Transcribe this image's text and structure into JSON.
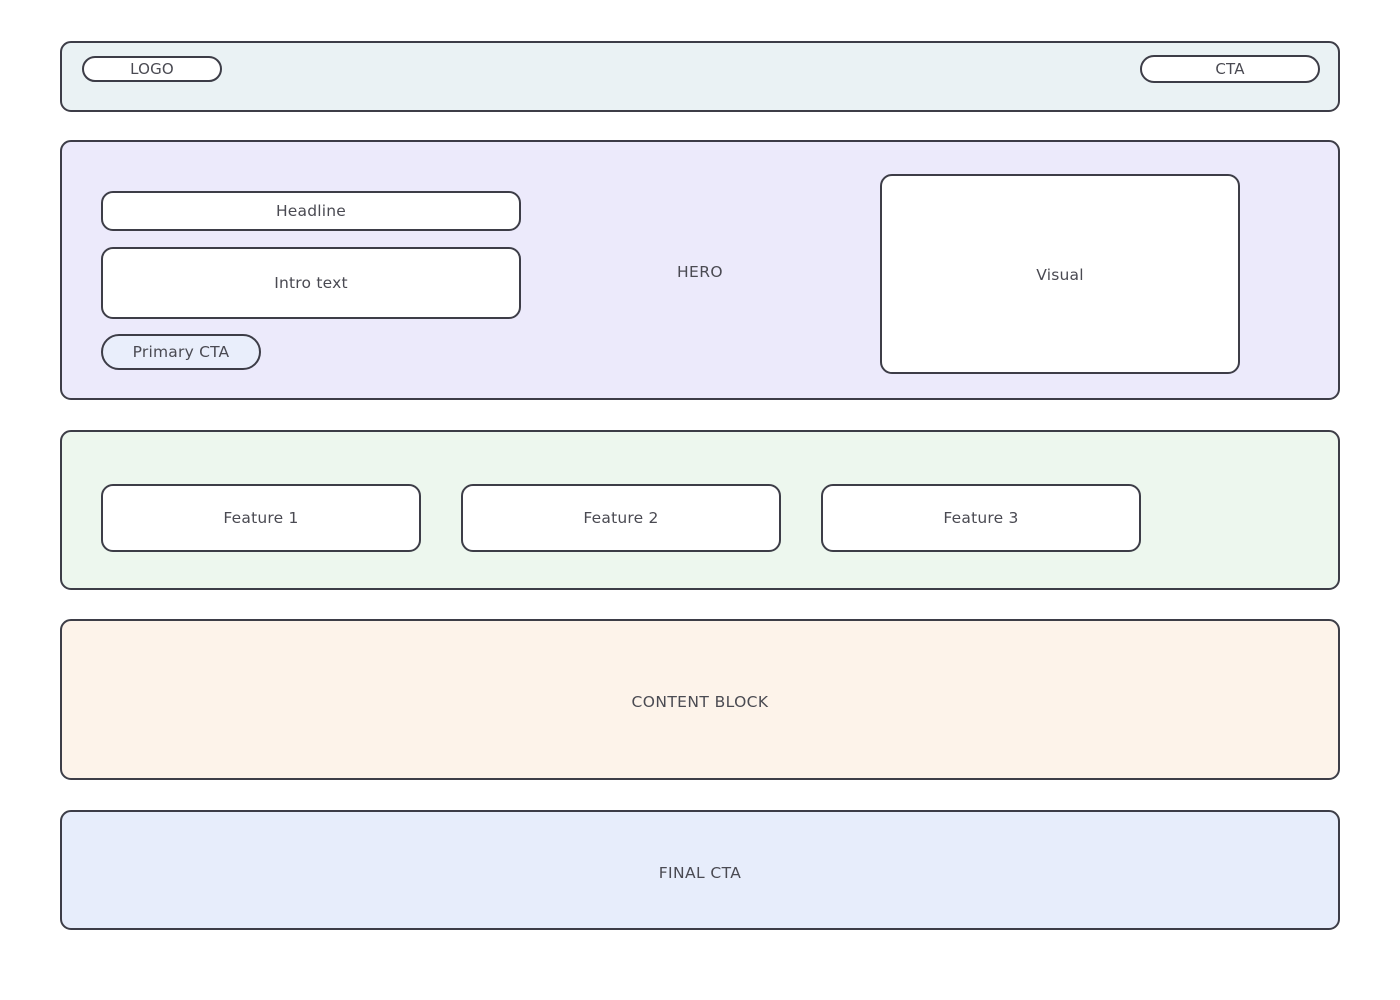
{
  "page": {
    "background": "#ffffff",
    "border_color": "#3d3d47",
    "text_color": "#4a4a52"
  },
  "header": {
    "band_color": "#eaf2f4",
    "logo_label": "LOGO",
    "cta_label": "CTA"
  },
  "hero": {
    "band_color": "#eceafb",
    "section_label": "HERO",
    "headline_label": "Headline",
    "intro_label": "Intro text",
    "primary_cta_label": "Primary CTA",
    "primary_cta_color": "#e9eefb",
    "visual_label": "Visual"
  },
  "features": {
    "band_color": "#edf7ee",
    "cards": [
      {
        "label": "Feature 1"
      },
      {
        "label": "Feature 2"
      },
      {
        "label": "Feature 3"
      }
    ]
  },
  "content": {
    "band_color": "#fdf3ea",
    "label": "CONTENT BLOCK"
  },
  "final_cta": {
    "band_color": "#e7edfb",
    "label": "FINAL CTA"
  }
}
